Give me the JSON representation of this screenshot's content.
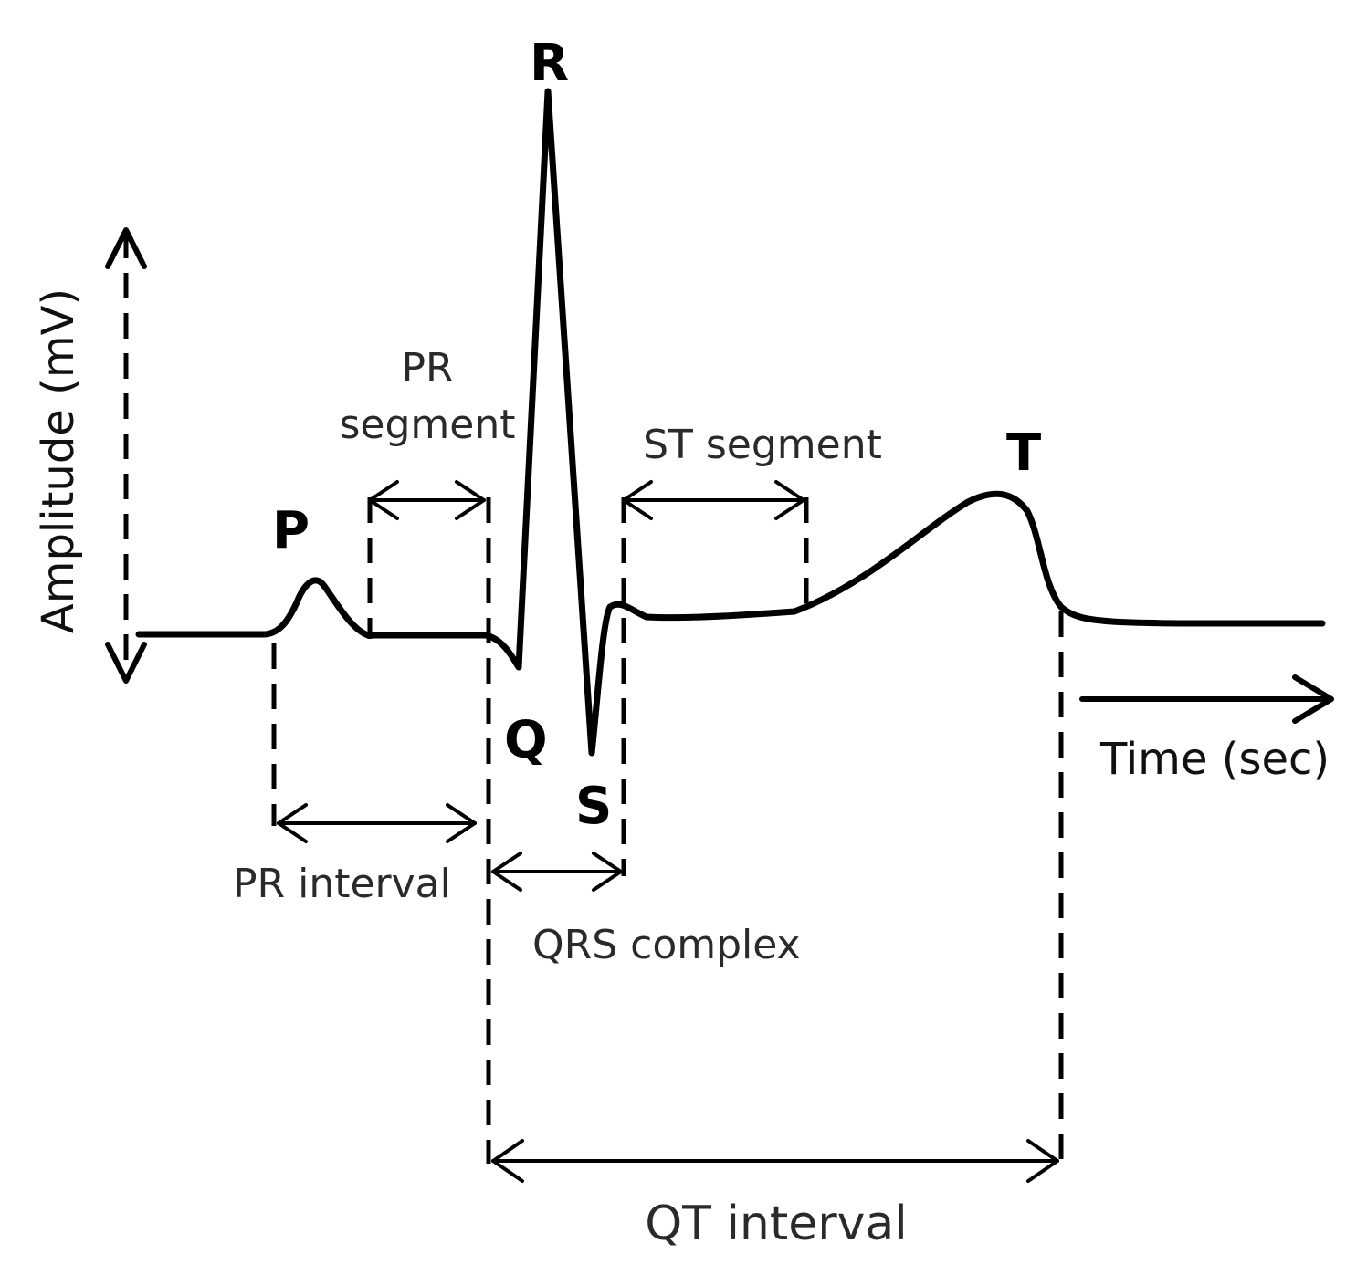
{
  "wave_labels": {
    "p": "P",
    "q": "Q",
    "r": "R",
    "s": "S",
    "t": "T"
  },
  "spans": {
    "pr_segment_line1": "PR",
    "pr_segment_line2": "segment",
    "st_segment": "ST segment",
    "pr_interval": "PR interval",
    "qrs_complex": "QRS complex",
    "qt_interval": "QT interval"
  },
  "axes": {
    "y_label": "Amplitude (mV)",
    "x_label": "Time (sec)"
  }
}
